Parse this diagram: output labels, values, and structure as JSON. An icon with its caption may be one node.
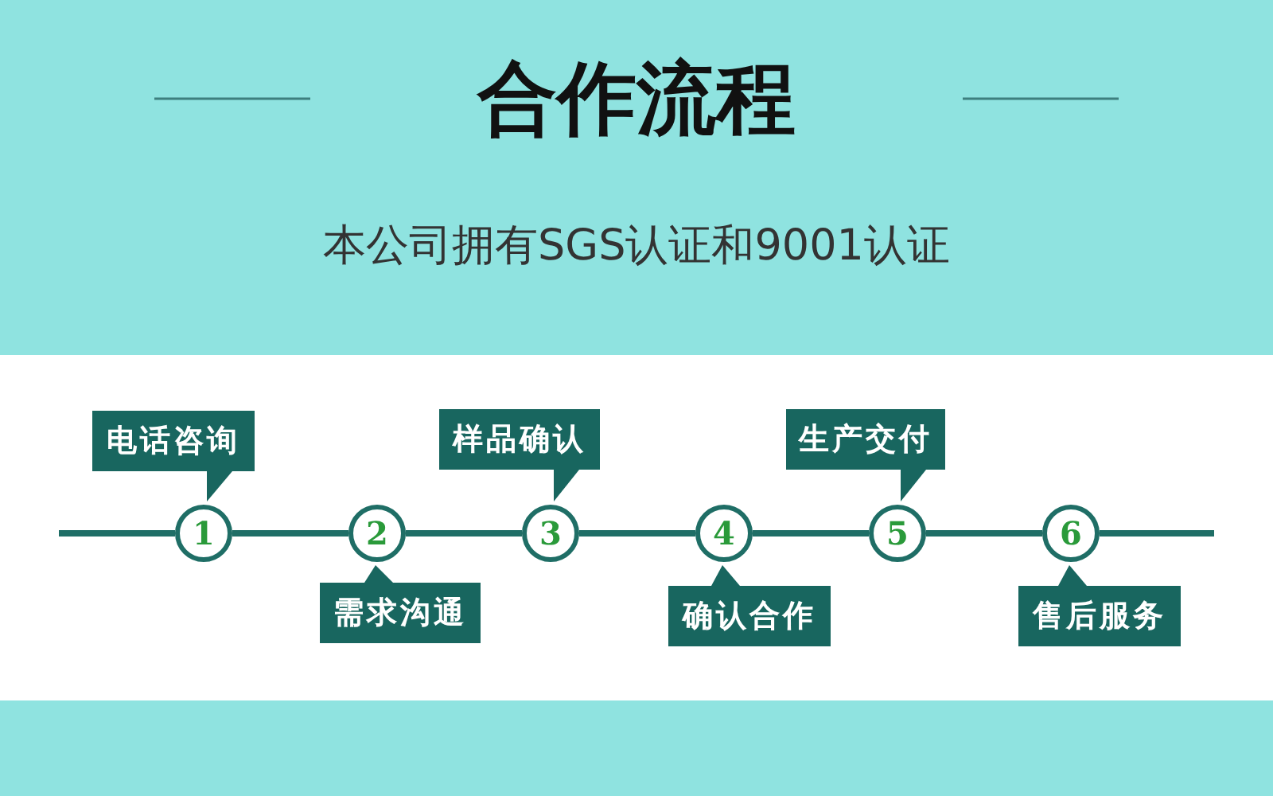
{
  "diagram": {
    "title": "合作流程",
    "nodes": [
      {
        "text": [
          "1"
        ]
      },
      {
        "text": [
          "2"
        ]
      },
      {
        "text": [
          "3"
        ]
      },
      {
        "text": [
          "4"
        ]
      },
      {
        "text": [
          "5"
        ]
      },
      {
        "text": [
          "6"
        ]
      },
      {
        "text": [
          "电话咨询"
        ]
      },
      {
        "text": [
          "需求沟通"
        ]
      },
      {
        "text": [
          "样品确认"
        ]
      },
      {
        "text": [
          "确认合作"
        ]
      },
      {
        "text": [
          "生产交付"
        ]
      },
      {
        "text": [
          "售后服务"
        ]
      }
    ],
    "edges": [
      {
        "from": null,
        "to": 0,
        "arrow": "none"
      },
      {
        "from": 0,
        "to": 1,
        "arrow": "none"
      },
      {
        "from": 1,
        "to": 2,
        "arrow": "none"
      },
      {
        "from": 2,
        "to": 3,
        "arrow": "none"
      },
      {
        "from": 3,
        "to": 4,
        "arrow": "none"
      },
      {
        "from": 4,
        "to": 5,
        "arrow": "none"
      },
      {
        "from": 5,
        "to": null,
        "arrow": "none"
      },
      {
        "from": 6,
        "to": 0,
        "arrow": "to"
      },
      {
        "from": 7,
        "to": 1,
        "arrow": "to"
      },
      {
        "from": 8,
        "to": 2,
        "arrow": "to"
      },
      {
        "from": 9,
        "to": 3,
        "arrow": "to"
      },
      {
        "from": 10,
        "to": 4,
        "arrow": "to"
      },
      {
        "from": 11,
        "to": 5,
        "arrow": "to"
      }
    ],
    "labels": [
      "本公司拥有SGS认证和9001认证"
    ]
  }
}
